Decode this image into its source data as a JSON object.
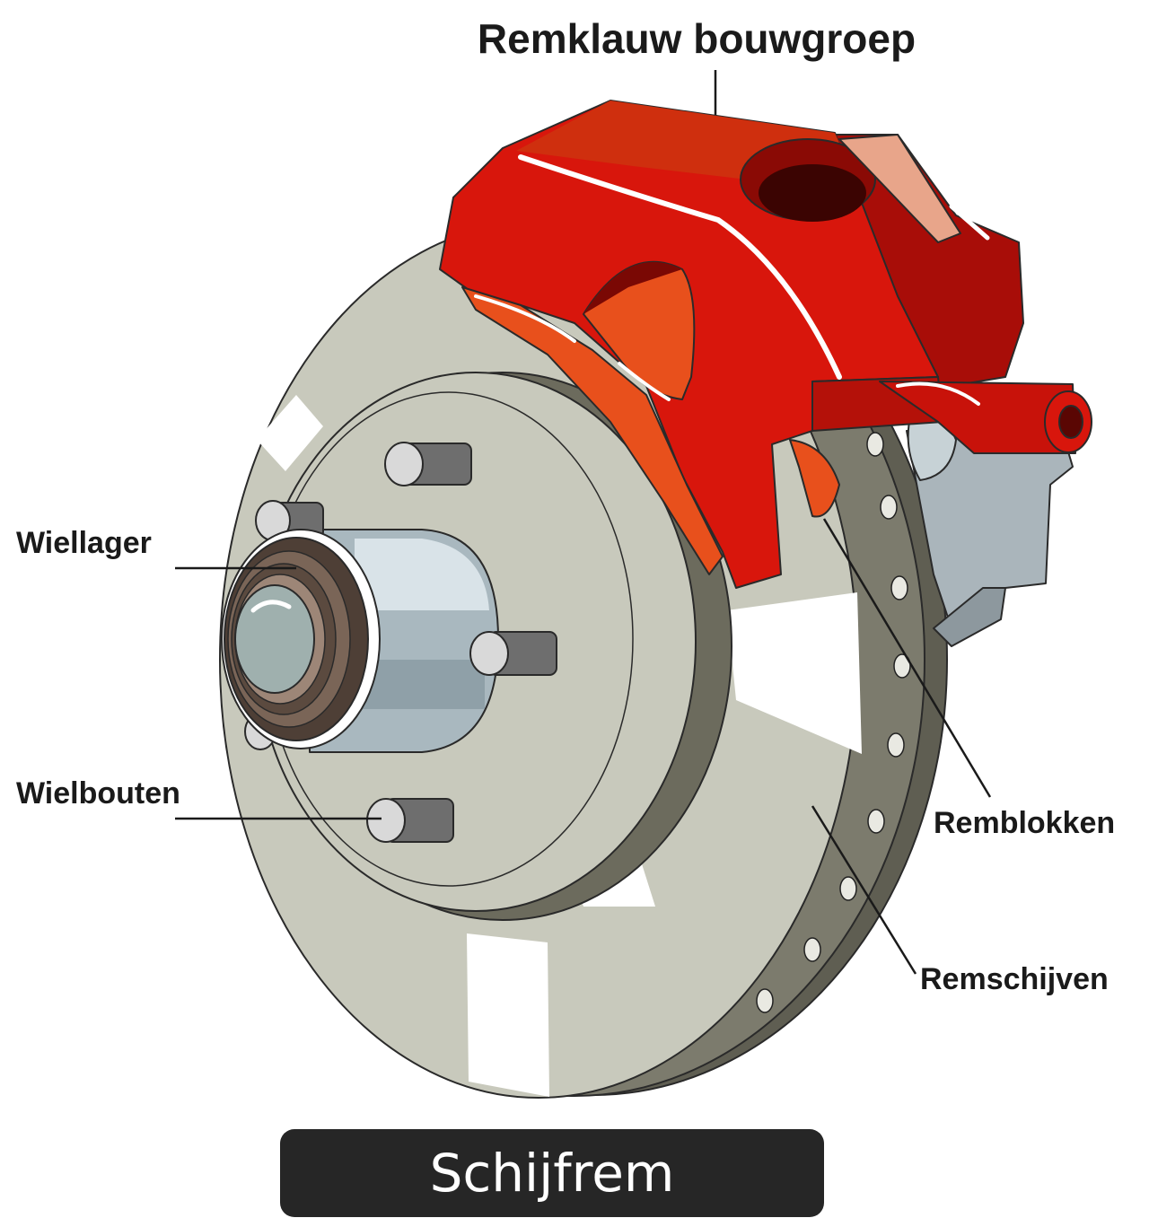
{
  "diagram": {
    "title": "Remklauw bouwgroep",
    "caption": "Schijfrem",
    "labels": {
      "wheel_bearing": "Wiellager",
      "wheel_bolts": "Wielbouten",
      "brake_pads": "Remblokken",
      "brake_discs": "Remschijven"
    },
    "colors": {
      "caliper": "#d8160c",
      "caliper_shade": "#a80d08",
      "caliper_light": "#e8501c",
      "disc": "#c8c9bc",
      "disc_edge": "#6c6b5d",
      "hub": "#a9b8bf",
      "bearing": "#4e3f36",
      "caption_bg": "#262626"
    }
  }
}
